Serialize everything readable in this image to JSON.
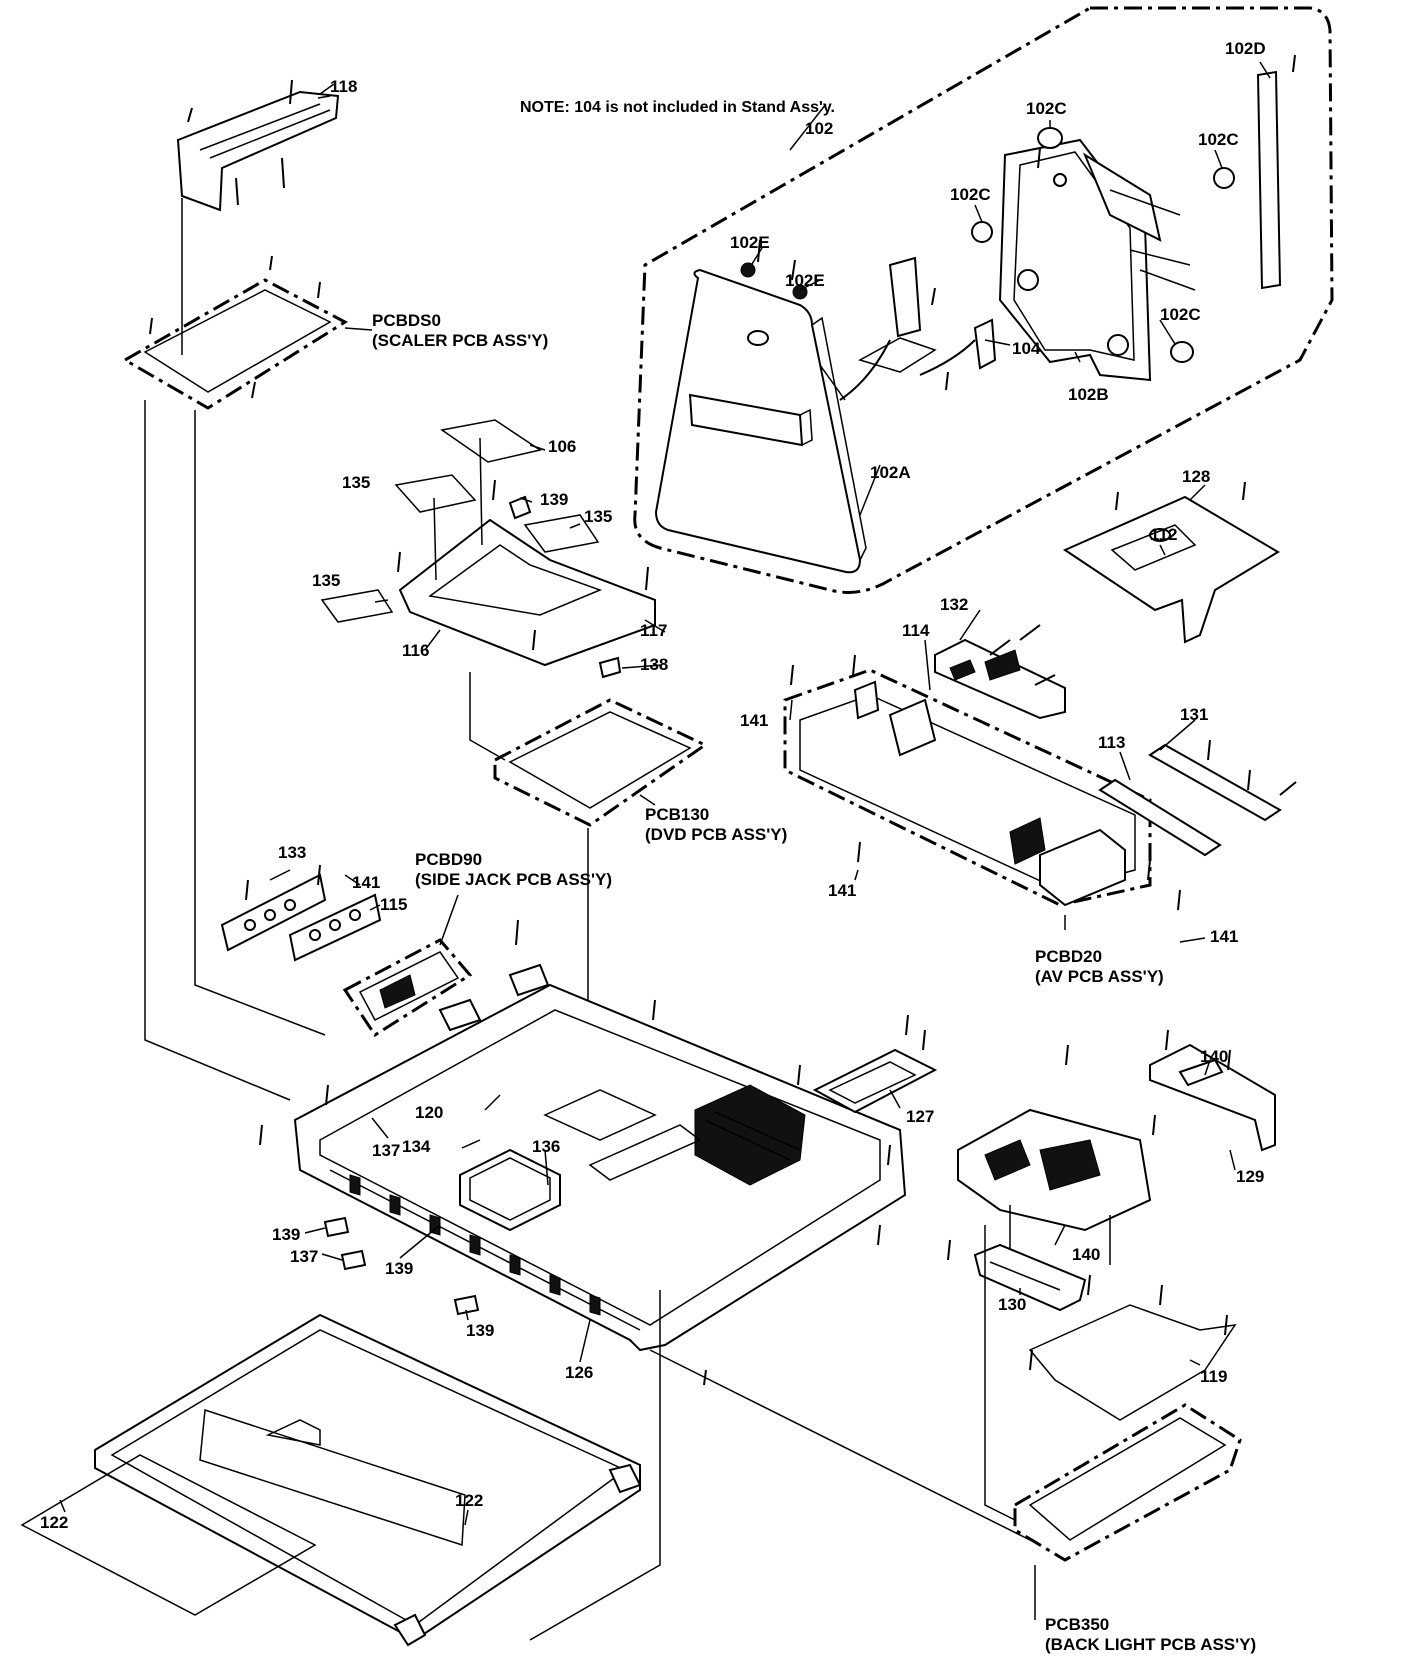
{
  "note": "NOTE: 104 is not included in Stand Ass'y.",
  "labels": {
    "p118": "118",
    "p102": "102",
    "p102D": "102D",
    "p102C_a": "102C",
    "p102C_b": "102C",
    "p102C_c": "102C",
    "p102C_d": "102C",
    "p102E_a": "102E",
    "p102E_b": "102E",
    "p104": "104",
    "p102B": "102B",
    "p102A": "102A",
    "pcbd50_code": "PCBDS0",
    "pcbd50_name": "(SCALER PCB ASS'Y)",
    "p106": "106",
    "p135_a": "135",
    "p139_a": "139",
    "p135_b": "135",
    "p135_c": "135",
    "p116": "116",
    "p117": "117",
    "p138": "138",
    "p128": "128",
    "p112": "112",
    "p132": "132",
    "p114": "114",
    "p141_a": "141",
    "p131": "131",
    "p113": "113",
    "pcb130_code": "PCB130",
    "pcb130_name": "(DVD PCB ASS'Y)",
    "p133": "133",
    "p141_b": "141",
    "pcbd90_code": "PCBD90",
    "pcbd90_name": "(SIDE JACK PCB ASS'Y)",
    "p115": "115",
    "p141_c": "141",
    "p141_d": "141",
    "pcbd20_code": "PCBD20",
    "pcbd20_name": "(AV PCB ASS'Y)",
    "p127": "127",
    "p140_a": "140",
    "p120": "120",
    "p134": "134",
    "p137_a": "137",
    "p136": "136",
    "p129": "129",
    "p139_b": "139",
    "p137_b": "137",
    "p139_c": "139",
    "p140_b": "140",
    "p139_d": "139",
    "p130": "130",
    "p126": "126",
    "p119": "119",
    "p122_a": "122",
    "p122_b": "122",
    "pcb350_code": "PCB350",
    "pcb350_name": "(BACK LIGHT PCB ASS'Y)"
  }
}
